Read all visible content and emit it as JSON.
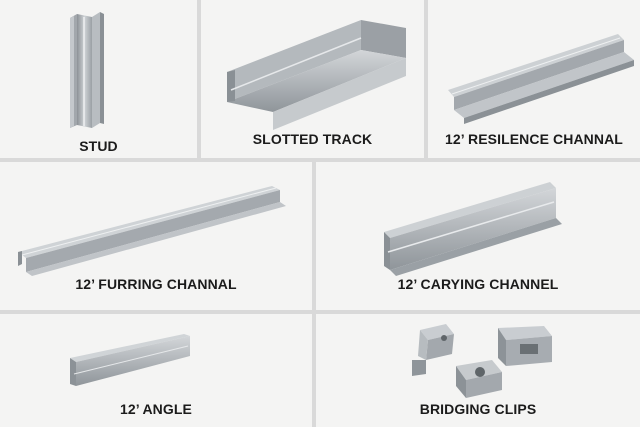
{
  "items": [
    {
      "id": "stud",
      "label": "STUD"
    },
    {
      "id": "slotted-track",
      "label": "SLOTTED TRACK"
    },
    {
      "id": "resilience-channel",
      "label": "12’ RESILENCE CHANNAL"
    },
    {
      "id": "furring-channel",
      "label": "12’ FURRING CHANNAL"
    },
    {
      "id": "carrying-channel",
      "label": "12’ CARYING CHANNEL"
    },
    {
      "id": "angle",
      "label": "12’ ANGLE"
    },
    {
      "id": "bridging-clips",
      "label": "BRIDGING CLIPS"
    }
  ],
  "colors": {
    "background": "#f4f4f3",
    "divider": "#d9d9d9",
    "metal_light": "#c9cdd1",
    "metal_mid": "#a7acb1",
    "metal_dark": "#7e8489",
    "label": "#1b1b1b"
  }
}
